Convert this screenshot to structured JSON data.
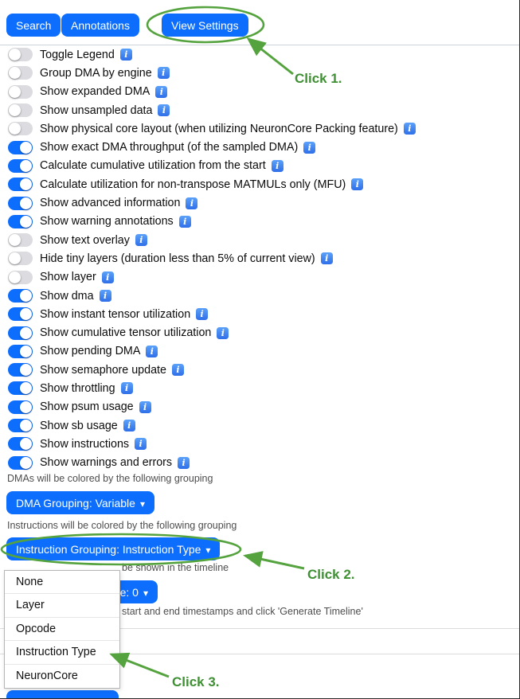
{
  "colors": {
    "accent_blue": "#0d6efd",
    "toggle_on": "#0d6efd",
    "toggle_off": "#dbdbe0",
    "info_icon_blue": "#2e6fe8",
    "annotation_green": "#55a33e"
  },
  "toolbar": {
    "buttons": [
      {
        "label": "Search"
      },
      {
        "label": "Annotations"
      },
      {
        "label": "View Settings"
      }
    ]
  },
  "toggles": [
    {
      "label": "Toggle Legend",
      "on": false,
      "info": true
    },
    {
      "label": "Group DMA by engine",
      "on": false,
      "info": true
    },
    {
      "label": "Show expanded DMA",
      "on": false,
      "info": true
    },
    {
      "label": "Show unsampled data",
      "on": false,
      "info": true
    },
    {
      "label": "Show physical core layout (when utilizing NeuronCore Packing feature)",
      "on": false,
      "info": true
    },
    {
      "label": "Show exact DMA throughput (of the sampled DMA)",
      "on": true,
      "info": true
    },
    {
      "label": "Calculate cumulative utilization from the start",
      "on": true,
      "info": true
    },
    {
      "label": "Calculate utilization for non-transpose MATMULs only (MFU)",
      "on": true,
      "info": true
    },
    {
      "label": "Show advanced information",
      "on": true,
      "info": true
    },
    {
      "label": "Show warning annotations",
      "on": true,
      "info": true
    },
    {
      "label": "Show text overlay",
      "on": false,
      "info": true
    },
    {
      "label": "Hide tiny layers (duration less than 5% of current view)",
      "on": false,
      "info": true
    },
    {
      "label": "Show layer",
      "on": false,
      "info": true
    },
    {
      "label": "Show dma",
      "on": true,
      "info": true
    },
    {
      "label": "Show instant tensor utilization",
      "on": true,
      "info": true
    },
    {
      "label": "Show cumulative tensor utilization",
      "on": true,
      "info": true
    },
    {
      "label": "Show pending DMA",
      "on": true,
      "info": true
    },
    {
      "label": "Show semaphore update",
      "on": true,
      "info": true
    },
    {
      "label": "Show throttling",
      "on": true,
      "info": true
    },
    {
      "label": "Show psum usage",
      "on": true,
      "info": true
    },
    {
      "label": "Show sb usage",
      "on": true,
      "info": true
    },
    {
      "label": "Show instructions",
      "on": true,
      "info": true
    },
    {
      "label": "Show warnings and errors",
      "on": true,
      "info": true
    }
  ],
  "grouping": {
    "dma_caption": "DMAs will be colored by the following grouping",
    "dma_button_label": "DMA Grouping: Variable",
    "instruction_caption": "Instructions will be colored by the following grouping",
    "instruction_button_label": "Instruction Grouping: Instruction Type"
  },
  "timeline": {
    "visible_caption_fragment": "be shown in the timeline",
    "core_dropdown_visible_fragment": "e: 0",
    "timestamps_caption_fragment": "start and end timestamps and click 'Generate Timeline'"
  },
  "menu": {
    "items": [
      "None",
      "Layer",
      "Opcode",
      "Instruction Type",
      "NeuronCore"
    ]
  },
  "annotations": {
    "click1_label": "Click 1.",
    "click2_label": "Click 2.",
    "click3_label": "Click 3."
  }
}
